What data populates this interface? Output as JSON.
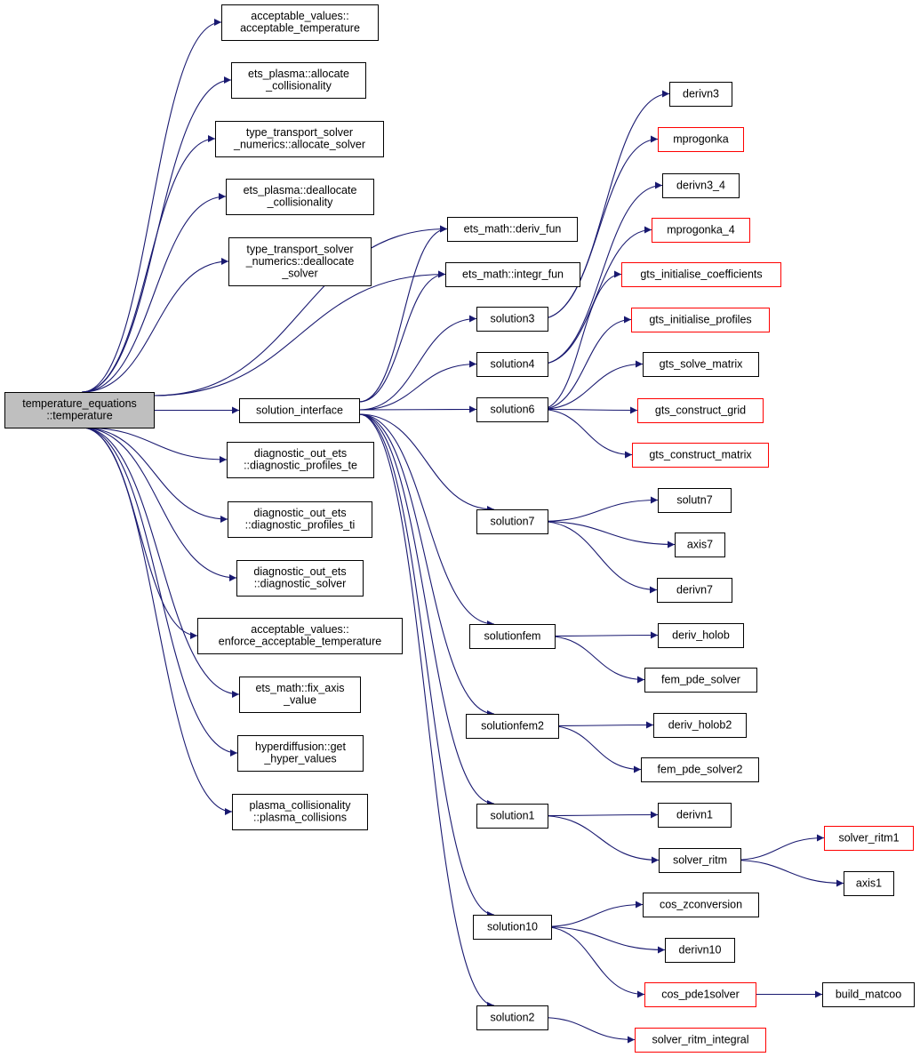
{
  "graph": {
    "edge_color": "#191970",
    "missing_node_border": "#ff0000",
    "root_fill": "#bfbfbf",
    "nodes": [
      {
        "id": "root",
        "lines": [
          "temperature_equations",
          "::temperature"
        ],
        "kind": "root"
      },
      {
        "id": "acc_temp",
        "lines": [
          "acceptable_values::",
          "acceptable_temperature"
        ]
      },
      {
        "id": "alloc_coll",
        "lines": [
          "ets_plasma::allocate",
          "_collisionality"
        ]
      },
      {
        "id": "alloc_solver",
        "lines": [
          "type_transport_solver",
          "_numerics::allocate_solver"
        ]
      },
      {
        "id": "dealloc_coll",
        "lines": [
          "ets_plasma::deallocate",
          "_collisionality"
        ]
      },
      {
        "id": "dealloc_solver",
        "lines": [
          "type_transport_solver",
          "_numerics::deallocate",
          "_solver"
        ]
      },
      {
        "id": "deriv_fun",
        "lines": [
          "ets_math::deriv_fun"
        ]
      },
      {
        "id": "integr_fun",
        "lines": [
          "ets_math::integr_fun"
        ]
      },
      {
        "id": "sol_iface",
        "lines": [
          "solution_interface"
        ]
      },
      {
        "id": "diag_te",
        "lines": [
          "diagnostic_out_ets",
          "::diagnostic_profiles_te"
        ]
      },
      {
        "id": "diag_ti",
        "lines": [
          "diagnostic_out_ets",
          "::diagnostic_profiles_ti"
        ]
      },
      {
        "id": "diag_solver",
        "lines": [
          "diagnostic_out_ets",
          "::diagnostic_solver"
        ]
      },
      {
        "id": "enforce",
        "lines": [
          "acceptable_values::",
          "enforce_acceptable_temperature"
        ]
      },
      {
        "id": "fix_axis",
        "lines": [
          "ets_math::fix_axis",
          "_value"
        ]
      },
      {
        "id": "hyper",
        "lines": [
          "hyperdiffusion::get",
          "_hyper_values"
        ]
      },
      {
        "id": "plasma_coll",
        "lines": [
          "plasma_collisionality",
          "::plasma_collisions"
        ]
      },
      {
        "id": "solution3",
        "lines": [
          "solution3"
        ]
      },
      {
        "id": "solution4",
        "lines": [
          "solution4"
        ]
      },
      {
        "id": "solution6",
        "lines": [
          "solution6"
        ]
      },
      {
        "id": "solution7",
        "lines": [
          "solution7"
        ]
      },
      {
        "id": "solutionfem",
        "lines": [
          "solutionfem"
        ]
      },
      {
        "id": "solutionfem2",
        "lines": [
          "solutionfem2"
        ]
      },
      {
        "id": "solution1",
        "lines": [
          "solution1"
        ]
      },
      {
        "id": "solution10",
        "lines": [
          "solution10"
        ]
      },
      {
        "id": "solution2",
        "lines": [
          "solution2"
        ]
      },
      {
        "id": "derivn3",
        "lines": [
          "derivn3"
        ]
      },
      {
        "id": "mprogonka",
        "lines": [
          "mprogonka"
        ],
        "kind": "red"
      },
      {
        "id": "derivn3_4",
        "lines": [
          "derivn3_4"
        ]
      },
      {
        "id": "mprogonka_4",
        "lines": [
          "mprogonka_4"
        ],
        "kind": "red"
      },
      {
        "id": "gts_coef",
        "lines": [
          "gts_initialise_coefficients"
        ],
        "kind": "red"
      },
      {
        "id": "gts_prof",
        "lines": [
          "gts_initialise_profiles"
        ],
        "kind": "red"
      },
      {
        "id": "gts_solve",
        "lines": [
          "gts_solve_matrix"
        ]
      },
      {
        "id": "gts_grid",
        "lines": [
          "gts_construct_grid"
        ],
        "kind": "red"
      },
      {
        "id": "gts_matrix",
        "lines": [
          "gts_construct_matrix"
        ],
        "kind": "red"
      },
      {
        "id": "solutn7",
        "lines": [
          "solutn7"
        ]
      },
      {
        "id": "axis7",
        "lines": [
          "axis7"
        ]
      },
      {
        "id": "derivn7",
        "lines": [
          "derivn7"
        ]
      },
      {
        "id": "deriv_holob",
        "lines": [
          "deriv_holob"
        ]
      },
      {
        "id": "fem_pde",
        "lines": [
          "fem_pde_solver"
        ]
      },
      {
        "id": "deriv_holob2",
        "lines": [
          "deriv_holob2"
        ]
      },
      {
        "id": "fem_pde2",
        "lines": [
          "fem_pde_solver2"
        ]
      },
      {
        "id": "derivn1",
        "lines": [
          "derivn1"
        ]
      },
      {
        "id": "solver_ritm",
        "lines": [
          "solver_ritm"
        ]
      },
      {
        "id": "solver_ritm1",
        "lines": [
          "solver_ritm1"
        ],
        "kind": "red"
      },
      {
        "id": "axis1",
        "lines": [
          "axis1"
        ]
      },
      {
        "id": "cos_zconv",
        "lines": [
          "cos_zconversion"
        ]
      },
      {
        "id": "derivn10",
        "lines": [
          "derivn10"
        ]
      },
      {
        "id": "cos_pde1",
        "lines": [
          "cos_pde1solver"
        ],
        "kind": "red"
      },
      {
        "id": "build_matcoo",
        "lines": [
          "build_matcoo"
        ]
      },
      {
        "id": "solver_ritm_int",
        "lines": [
          "solver_ritm_integral"
        ],
        "kind": "red"
      }
    ],
    "edges": [
      [
        "root",
        "acc_temp"
      ],
      [
        "root",
        "alloc_coll"
      ],
      [
        "root",
        "alloc_solver"
      ],
      [
        "root",
        "dealloc_coll"
      ],
      [
        "root",
        "dealloc_solver"
      ],
      [
        "root",
        "deriv_fun"
      ],
      [
        "root",
        "integr_fun"
      ],
      [
        "root",
        "sol_iface"
      ],
      [
        "root",
        "diag_te"
      ],
      [
        "root",
        "diag_ti"
      ],
      [
        "root",
        "diag_solver"
      ],
      [
        "root",
        "enforce"
      ],
      [
        "root",
        "fix_axis"
      ],
      [
        "root",
        "hyper"
      ],
      [
        "root",
        "plasma_coll"
      ],
      [
        "sol_iface",
        "deriv_fun"
      ],
      [
        "sol_iface",
        "integr_fun"
      ],
      [
        "sol_iface",
        "solution3"
      ],
      [
        "sol_iface",
        "solution4"
      ],
      [
        "sol_iface",
        "solution6"
      ],
      [
        "sol_iface",
        "solution7"
      ],
      [
        "sol_iface",
        "solutionfem"
      ],
      [
        "sol_iface",
        "solutionfem2"
      ],
      [
        "sol_iface",
        "solution1"
      ],
      [
        "sol_iface",
        "solution10"
      ],
      [
        "sol_iface",
        "solution2"
      ],
      [
        "solution3",
        "derivn3"
      ],
      [
        "solution3",
        "mprogonka"
      ],
      [
        "solution4",
        "derivn3_4"
      ],
      [
        "solution4",
        "mprogonka_4"
      ],
      [
        "solution6",
        "gts_coef"
      ],
      [
        "solution6",
        "gts_prof"
      ],
      [
        "solution6",
        "gts_solve"
      ],
      [
        "solution6",
        "gts_grid"
      ],
      [
        "solution6",
        "gts_matrix"
      ],
      [
        "solution7",
        "solutn7"
      ],
      [
        "solution7",
        "axis7"
      ],
      [
        "solution7",
        "derivn7"
      ],
      [
        "solutionfem",
        "deriv_holob"
      ],
      [
        "solutionfem",
        "fem_pde"
      ],
      [
        "solutionfem2",
        "deriv_holob2"
      ],
      [
        "solutionfem2",
        "fem_pde2"
      ],
      [
        "solution1",
        "derivn1"
      ],
      [
        "solution1",
        "solver_ritm"
      ],
      [
        "solver_ritm",
        "solver_ritm1"
      ],
      [
        "solver_ritm",
        "axis1"
      ],
      [
        "solution10",
        "cos_zconv"
      ],
      [
        "solution10",
        "derivn10"
      ],
      [
        "solution10",
        "cos_pde1"
      ],
      [
        "cos_pde1",
        "build_matcoo"
      ],
      [
        "solution2",
        "solver_ritm_int"
      ]
    ]
  }
}
